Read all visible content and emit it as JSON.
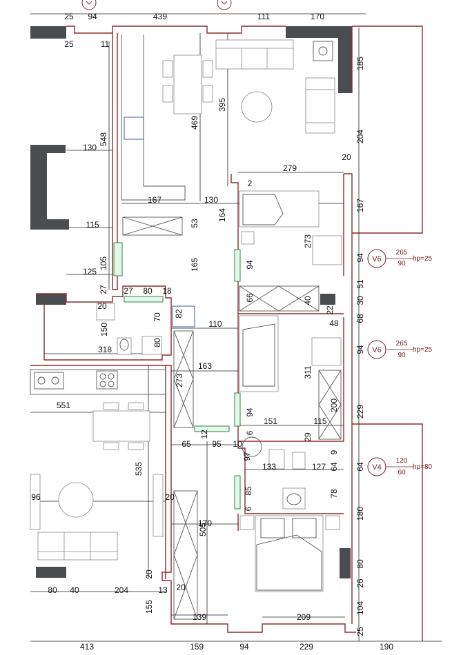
{
  "dimensions": {
    "top": [
      "25",
      "94",
      "439",
      "111",
      "170"
    ],
    "top_row2": [
      "25",
      "11"
    ],
    "bottom": [
      "413",
      "159",
      "94",
      "229",
      "190"
    ],
    "right": [
      "185",
      "204",
      "20",
      "167",
      "94",
      "51",
      "30",
      "68",
      "94",
      "229",
      "64",
      "180",
      "80",
      "26",
      "104",
      "25"
    ],
    "left_area": [
      "548",
      "130",
      "115",
      "105",
      "125",
      "27",
      "27",
      "80",
      "18",
      "20",
      "150",
      "318",
      "70",
      "82",
      "80"
    ],
    "inner": [
      "469",
      "395",
      "279",
      "167",
      "130",
      "53",
      "164",
      "165",
      "2",
      "273",
      "94",
      "66",
      "40",
      "22",
      "48",
      "110",
      "163",
      "273",
      "311",
      "200",
      "94",
      "151",
      "115",
      "6",
      "29",
      "9",
      "65",
      "95",
      "12",
      "10",
      "97",
      "133",
      "127",
      "64",
      "85",
      "78",
      "6",
      "170",
      "505",
      "139",
      "209",
      "551",
      "535",
      "96",
      "20",
      "20",
      "80",
      "40",
      "204",
      "13",
      "20",
      "155"
    ]
  },
  "windows": [
    {
      "id": "V6",
      "size": "265",
      "height": "90",
      "hp": "hp=25"
    },
    {
      "id": "V6",
      "size": "265",
      "height": "90",
      "hp": "hp=25"
    },
    {
      "id": "V4",
      "size": "120",
      "height": "60",
      "hp": "hp=80"
    }
  ],
  "colors": {
    "wall": "#8b2b2b",
    "wall_fill": "#4a4d50",
    "door": "#2a9a3a",
    "window_label": "#7a1a1a"
  }
}
